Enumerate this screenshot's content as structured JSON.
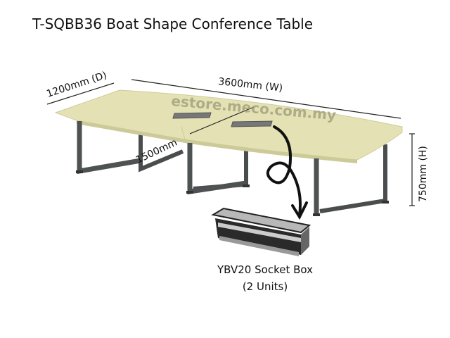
{
  "title": "T-SQBB36 Boat Shape Conference Table",
  "dimensions": {
    "depth": "1200mm (D)",
    "width": "3600mm (W)",
    "height": "750mm (H)",
    "section": "1500mm"
  },
  "watermark": "estore.meco.com.my",
  "accessory": {
    "name": "YBV20 Socket Box",
    "quantity": "(2 Units)"
  },
  "colors": {
    "tabletop": "#e4e2b4",
    "leg": "#4a4d4d",
    "text": "#111111"
  }
}
